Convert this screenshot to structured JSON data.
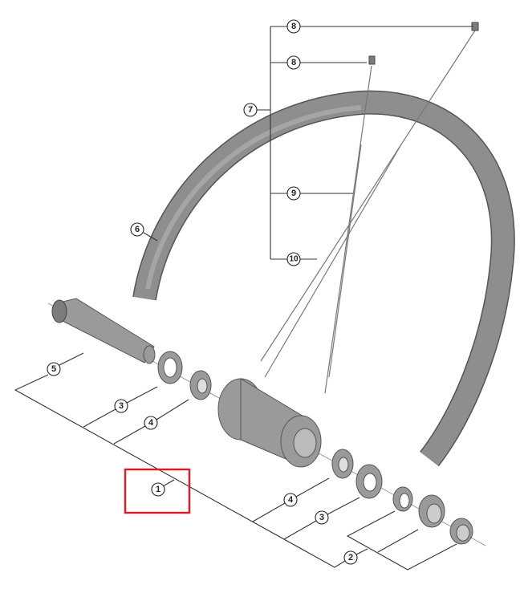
{
  "diagram": {
    "callouts": [
      {
        "id": "top-spoke-nipple",
        "label": "8"
      },
      {
        "id": "spoke-nipple",
        "label": "8"
      },
      {
        "id": "spoke-group",
        "label": "7"
      },
      {
        "id": "spoke-long",
        "label": "9"
      },
      {
        "id": "spoke-short",
        "label": "10"
      },
      {
        "id": "rim",
        "label": "6"
      },
      {
        "id": "axle",
        "label": "5"
      },
      {
        "id": "dust-cap-left",
        "label": "3"
      },
      {
        "id": "bearing-left",
        "label": "4"
      },
      {
        "id": "hub-assembly",
        "label": "1"
      },
      {
        "id": "bearing-right",
        "label": "4"
      },
      {
        "id": "dust-cap-right",
        "label": "3"
      },
      {
        "id": "end-caps",
        "label": "2"
      }
    ],
    "highlight_color": "#d8202a"
  }
}
